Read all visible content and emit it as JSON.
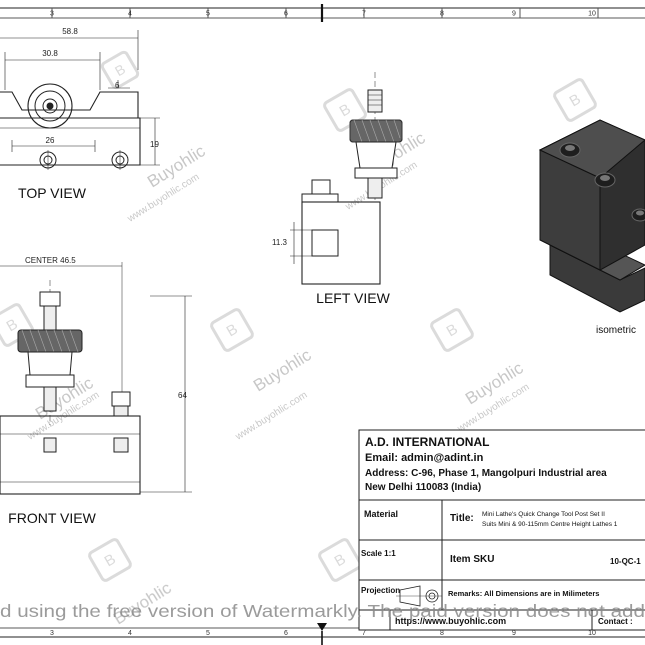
{
  "frame": {
    "ruler_numbers": [
      "3",
      "4",
      "5",
      "6",
      "7",
      "8",
      "9",
      "10"
    ]
  },
  "views": {
    "top_view": {
      "label": "TOP VIEW",
      "dims": {
        "overall": "58.8",
        "inner": "30.8",
        "small": "26",
        "slot": "6",
        "height": "19"
      }
    },
    "left_view": {
      "label": "LEFT VIEW",
      "dims": {
        "height": "11.3"
      }
    },
    "front_view": {
      "label": "FRONT  VIEW",
      "dims": {
        "center": "CENTER  46.5",
        "height": "64"
      }
    },
    "isometric_label": "isometric"
  },
  "watermark": {
    "brand": "Buyohlic",
    "site": "www.buyohlic.com",
    "banner": "d using the free version of Watermarkly. The paid version does not add"
  },
  "title_block": {
    "company": "A.D. INTERNATIONAL",
    "email": "Email: admin@adint.in",
    "address_line1": "Address: C-96, Phase 1, Mangolpuri Industrial area",
    "address_line2": "New Delhi 110083 (India)",
    "material_label": "Material",
    "title_label": "Title:",
    "title_line1": "Mini Lathe's Quick Change Tool Post Set II",
    "title_line2": "Suits Mini & 90-115mm Centre Height Lathes 1",
    "scale": "Scale 1:1",
    "item_sku_label": "Item SKU",
    "item_sku_value": "10-QC-1",
    "projection_label": "Projection",
    "remarks": "Remarks: All Dimensions are in Milimeters",
    "website": "https://www.buyohlic.com",
    "contact_label": "Contact :"
  }
}
